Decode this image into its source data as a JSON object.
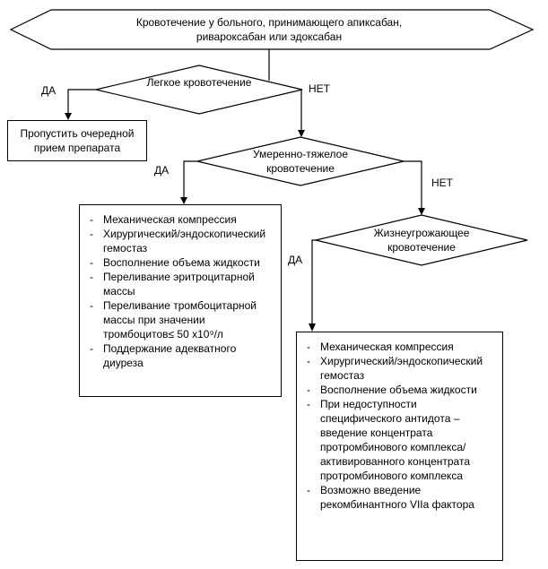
{
  "flowchart": {
    "list_marker": "-",
    "start": {
      "line1": "Кровотечение у больного, принимающего  апиксабан,",
      "line2": "ривароксабан или эдоксабан"
    },
    "decisions": {
      "mild": "Легкое кровотечение",
      "moderate": "Умеренно-тяжелое кровотечение",
      "life_threatening": "Жизнеугрожающее кровотечение"
    },
    "branch_labels": {
      "yes": "ДА",
      "no": "НЕТ"
    },
    "actions": {
      "skip_dose": "Пропустить очередной прием препарата",
      "moderate_treatment": {
        "items": [
          "Механическая компрессия",
          "Хирургический/эндоскопический гемостаз",
          "Восполнение объема жидкости",
          "Переливание эритроцитарной массы",
          "Переливание тромбоцитарной массы при значении тромбоцитов≤ 50 х10⁹/л",
          "Поддержание адекватного диуреза"
        ]
      },
      "life_threatening_treatment": {
        "items": [
          "Механическая компрессия",
          "Хирургический/эндоскопический гемостаз",
          "Восполнение объема жидкости",
          "При недоступности специфического антидота – введение концентрата протромбинового комплекса/активированного концентрата протромбинового комплекса",
          "Возможно введение рекомбинантного VIIa фактора"
        ]
      }
    }
  }
}
